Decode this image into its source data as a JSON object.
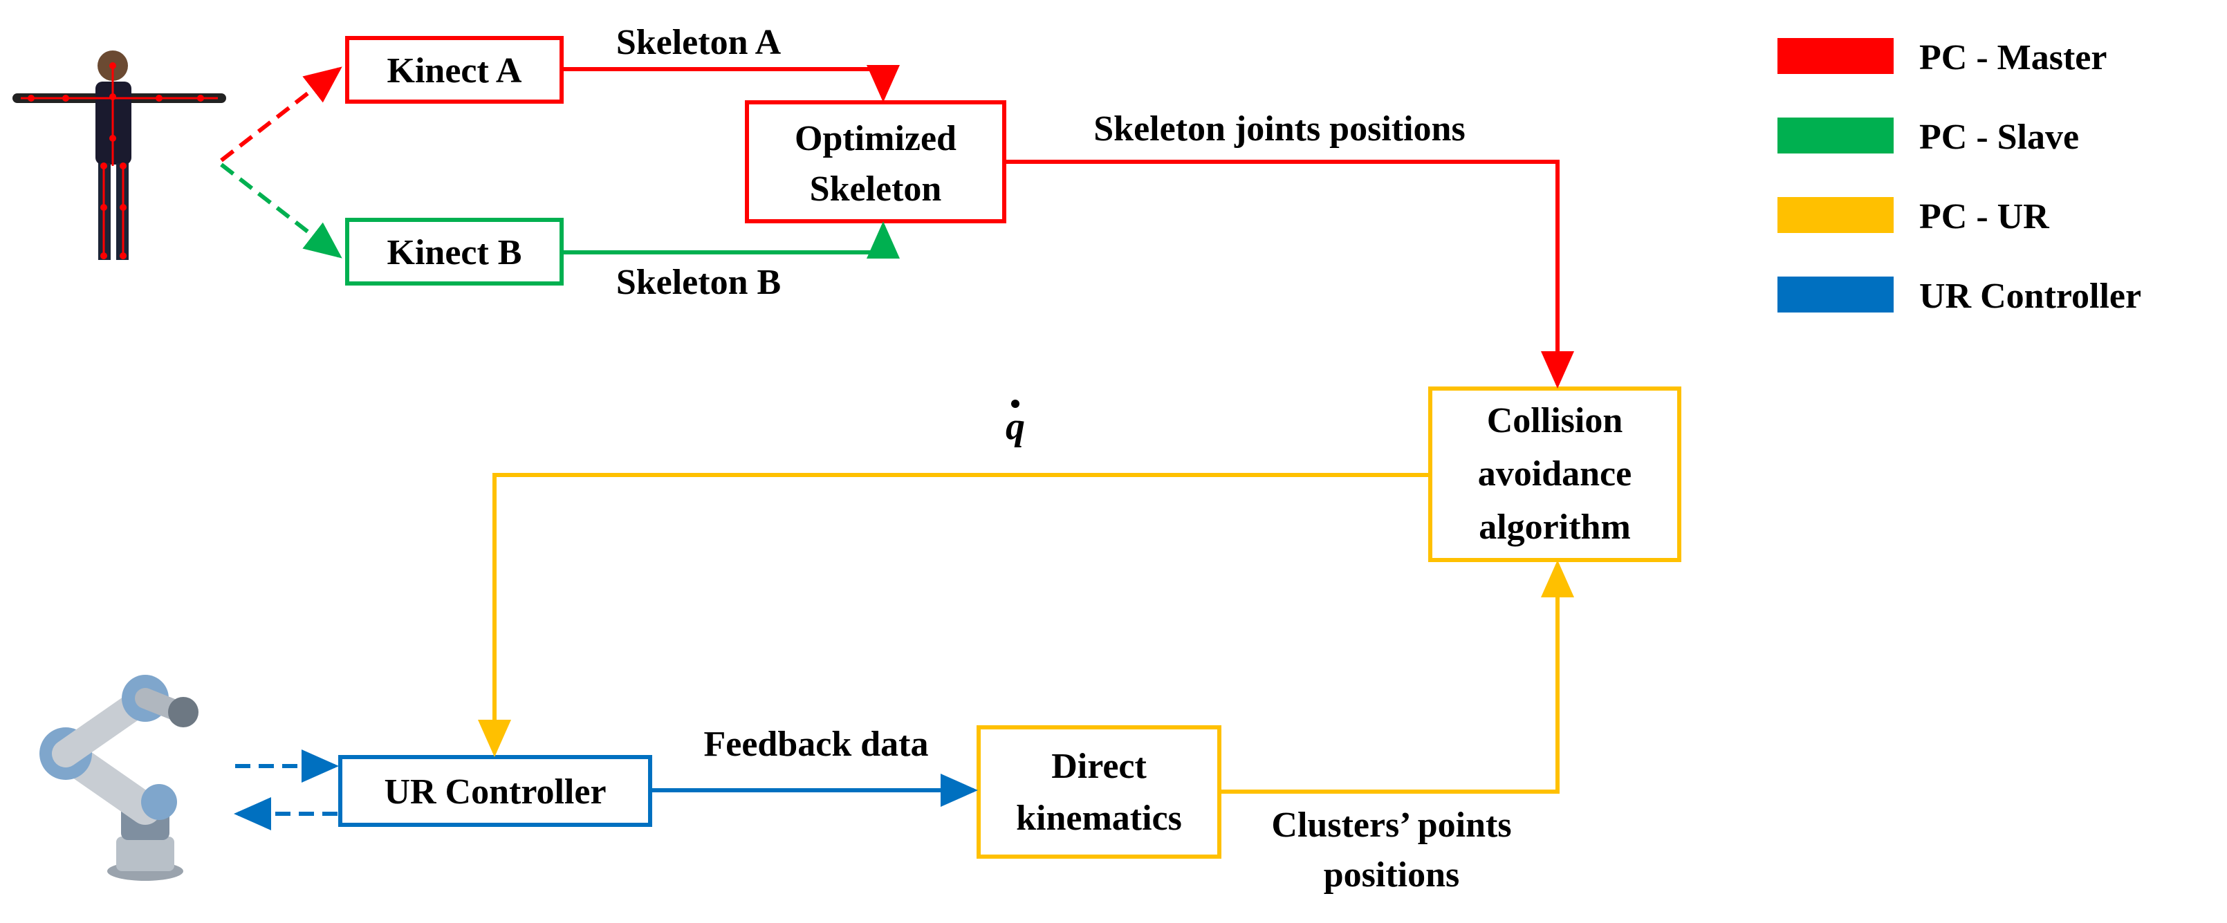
{
  "colors": {
    "master": "#ff0000",
    "slave": "#00b050",
    "ur_pc": "#ffc000",
    "ur_controller": "#0070c0"
  },
  "nodes": {
    "kinect_a": {
      "label": "Kinect A"
    },
    "kinect_b": {
      "label": "Kinect B"
    },
    "optimized_skeleton": {
      "lines": [
        "Optimized",
        "Skeleton"
      ]
    },
    "collision_avoidance": {
      "lines": [
        "Collision",
        "avoidance",
        "algorithm"
      ]
    },
    "ur_controller": {
      "label": "UR Controller"
    },
    "direct_kinematics": {
      "lines": [
        "Direct",
        "kinematics"
      ]
    }
  },
  "edges": {
    "skeleton_a": "Skeleton A",
    "skeleton_b": "Skeleton B",
    "skeleton_joints": "Skeleton joints positions",
    "q_dot": "q",
    "feedback": "Feedback data",
    "clusters": [
      "Clusters’ points",
      "positions"
    ]
  },
  "legend": [
    {
      "label": "PC - Master",
      "color": "#ff0000"
    },
    {
      "label": "PC - Slave",
      "color": "#00b050"
    },
    {
      "label": "PC - UR",
      "color": "#ffc000"
    },
    {
      "label": "UR Controller",
      "color": "#0070c0"
    }
  ],
  "icons": {
    "human": "human-figure-icon",
    "robot": "robot-arm-icon"
  }
}
